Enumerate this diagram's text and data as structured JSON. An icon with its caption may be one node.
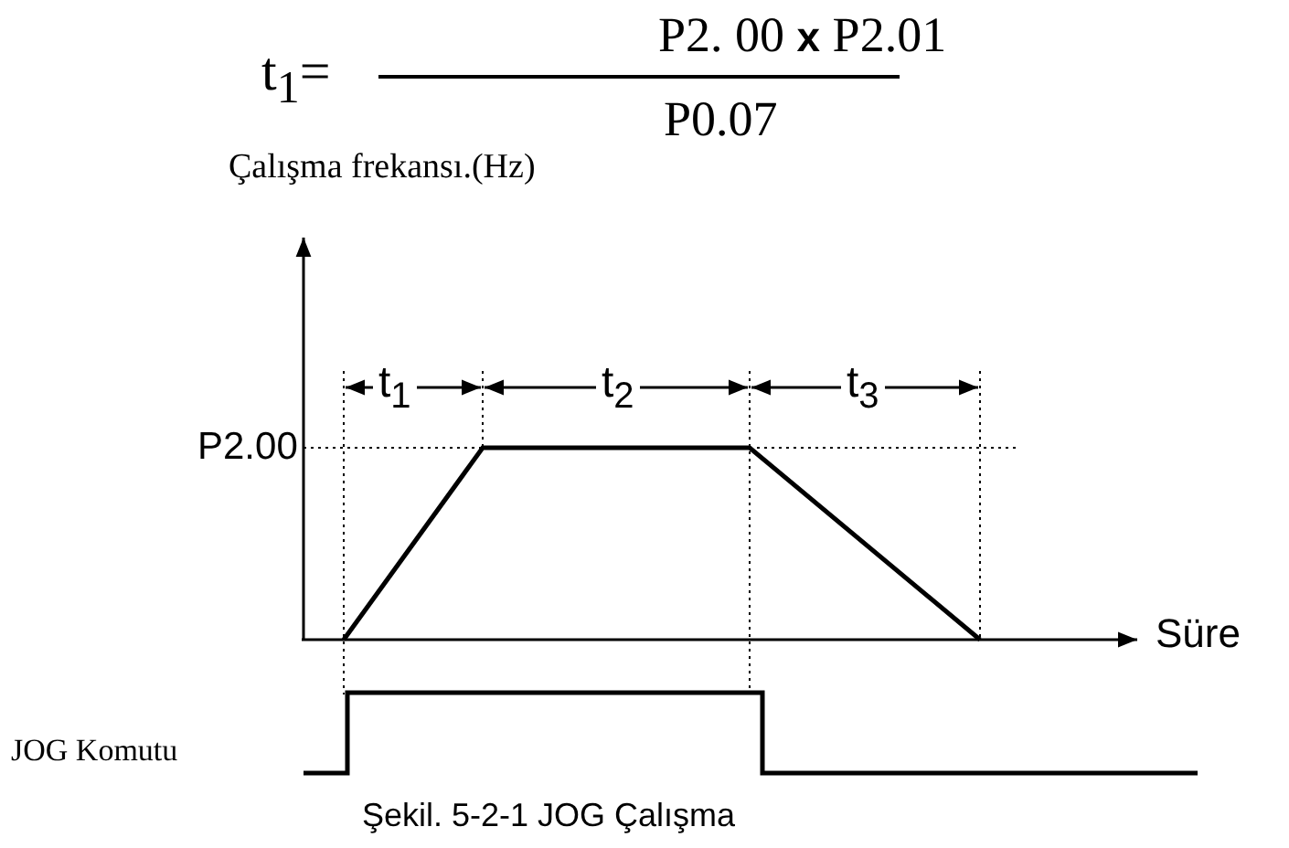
{
  "diagram": {
    "caption": "Şekil. 5-2-1 JOG Çalışma",
    "labels": [
      "t$_{1}$=",
      "P2. 00 **x** P2.01",
      "P0.07",
      "Çalışma frekansı.(Hz)",
      "t$_{1}$",
      "t$_{2}$",
      "t$_{3}$",
      "P2.00",
      "Süre",
      "JOG Komutu"
    ]
  }
}
